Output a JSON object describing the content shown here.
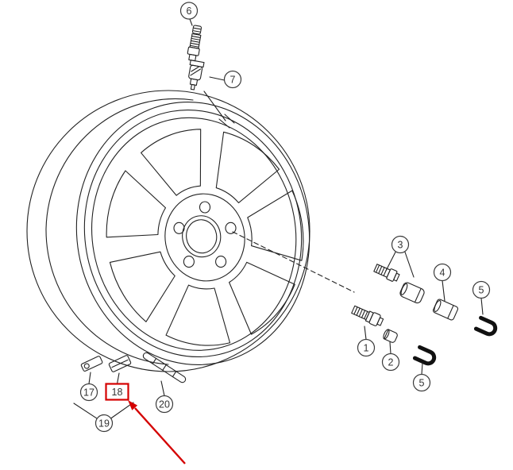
{
  "callouts": {
    "c1": "1",
    "c2": "2",
    "c3": "3",
    "c4": "4",
    "c5a": "5",
    "c5b": "5",
    "c6": "6",
    "c7": "7",
    "c17": "17",
    "c18": "18",
    "c19": "19",
    "c20": "20"
  },
  "highlight": {
    "highlighted_callout": "18"
  },
  "colors": {
    "highlight": "#d40000",
    "line": "#222222",
    "callout_text": "#333333",
    "clip_black": "#111111"
  }
}
